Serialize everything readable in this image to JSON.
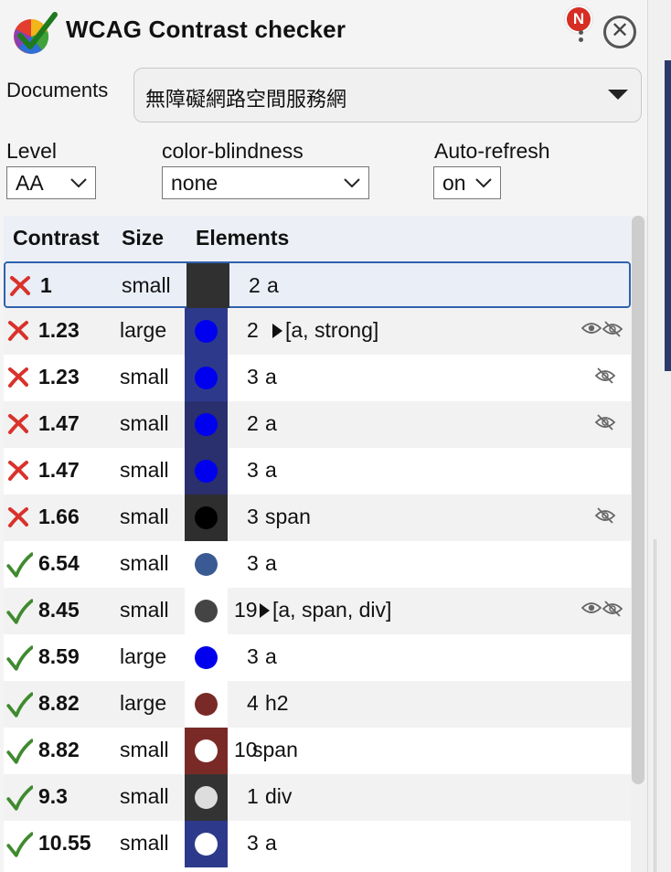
{
  "header": {
    "title": "WCAG Contrast checker",
    "notification_badge": "N"
  },
  "documents": {
    "label": "Documents",
    "selected": "無障礙網路空間服務網"
  },
  "level": {
    "label": "Level",
    "selected": "AA"
  },
  "color_blindness": {
    "label": "color-blindness",
    "selected": "none"
  },
  "auto_refresh": {
    "label": "Auto-refresh",
    "selected": "on"
  },
  "table": {
    "columns": [
      "Contrast",
      "Size",
      "Elements"
    ],
    "rows": [
      {
        "pass": false,
        "ratio": "1",
        "size": "small",
        "bg": "#303030",
        "fg": "#303030",
        "count": "2",
        "expandable": false,
        "elements": "a",
        "eye": "none"
      },
      {
        "pass": false,
        "ratio": "1.23",
        "size": "large",
        "bg": "#2d3a8c",
        "fg": "#0000ee",
        "count": "2",
        "expandable": true,
        "elements": "[a, strong]",
        "eye": "both"
      },
      {
        "pass": false,
        "ratio": "1.23",
        "size": "small",
        "bg": "#2d3a8c",
        "fg": "#0000ee",
        "count": "3",
        "expandable": false,
        "elements": "a",
        "eye": "slash"
      },
      {
        "pass": false,
        "ratio": "1.47",
        "size": "small",
        "bg": "#2a2f6e",
        "fg": "#0000ee",
        "count": "2",
        "expandable": false,
        "elements": "a",
        "eye": "slash"
      },
      {
        "pass": false,
        "ratio": "1.47",
        "size": "small",
        "bg": "#2a2f6e",
        "fg": "#0000ee",
        "count": "3",
        "expandable": false,
        "elements": "a",
        "eye": "none"
      },
      {
        "pass": false,
        "ratio": "1.66",
        "size": "small",
        "bg": "#2e2e2e",
        "fg": "#000000",
        "count": "3",
        "expandable": false,
        "elements": "span",
        "eye": "slash"
      },
      {
        "pass": true,
        "ratio": "6.54",
        "size": "small",
        "bg": "#ffffff",
        "fg": "#3a5a93",
        "count": "3",
        "expandable": false,
        "elements": "a",
        "eye": "none"
      },
      {
        "pass": true,
        "ratio": "8.45",
        "size": "small",
        "bg": "#ffffff",
        "fg": "#444444",
        "count": "19",
        "expandable": true,
        "elements": "[a, span, div]",
        "eye": "both"
      },
      {
        "pass": true,
        "ratio": "8.59",
        "size": "large",
        "bg": "#ffffff",
        "fg": "#0000ee",
        "count": "3",
        "expandable": false,
        "elements": "a",
        "eye": "none"
      },
      {
        "pass": true,
        "ratio": "8.82",
        "size": "large",
        "bg": "#ffffff",
        "fg": "#7a2a26",
        "count": "4",
        "expandable": false,
        "elements": "h2",
        "eye": "none"
      },
      {
        "pass": true,
        "ratio": "8.82",
        "size": "small",
        "bg": "#7a2a26",
        "fg": "#ffffff",
        "count": "10",
        "expandable": false,
        "elements": "span",
        "eye": "none"
      },
      {
        "pass": true,
        "ratio": "9.3",
        "size": "small",
        "bg": "#333333",
        "fg": "#dddddd",
        "count": "1",
        "expandable": false,
        "elements": "div",
        "eye": "none"
      },
      {
        "pass": true,
        "ratio": "10.55",
        "size": "small",
        "bg": "#2d3a8c",
        "fg": "#ffffff",
        "count": "3",
        "expandable": false,
        "elements": "a",
        "eye": "none"
      }
    ]
  },
  "colors": {
    "fail": "#d9322b",
    "pass": "#3f8a2f",
    "selected_border": "#2f62ad"
  },
  "icons": {
    "fail": "x-icon",
    "pass": "check-icon",
    "eye": "eye-icon",
    "eye_off": "eye-off-icon",
    "expand": "triangle-right-icon",
    "close": "close-icon",
    "menu": "kebab-menu-icon"
  }
}
